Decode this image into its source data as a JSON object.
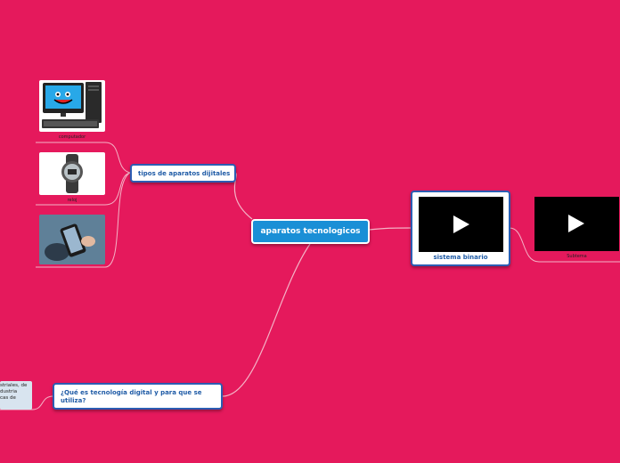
{
  "central": {
    "label": "aparatos tecnologicos"
  },
  "topics": {
    "tipos": {
      "label": "tipos de aparatos dijitales"
    },
    "que_es": {
      "label": "¿Qué es tecnología digital y para que se utiliza?"
    },
    "sistema": {
      "label": "sistema binario"
    }
  },
  "subitems": {
    "computador": {
      "label": "computador"
    },
    "reloj": {
      "label": "reloj"
    },
    "subtema": {
      "label": "Subtema"
    }
  },
  "partial_note": {
    "lines": [
      "striales, de",
      "dustria",
      "cas de"
    ]
  },
  "colors": {
    "background": "#e5195c",
    "central": "#1a8fd6",
    "border": "#2c5db3",
    "topic_text": "#1f5ba6",
    "link": "#f2a6bd"
  }
}
